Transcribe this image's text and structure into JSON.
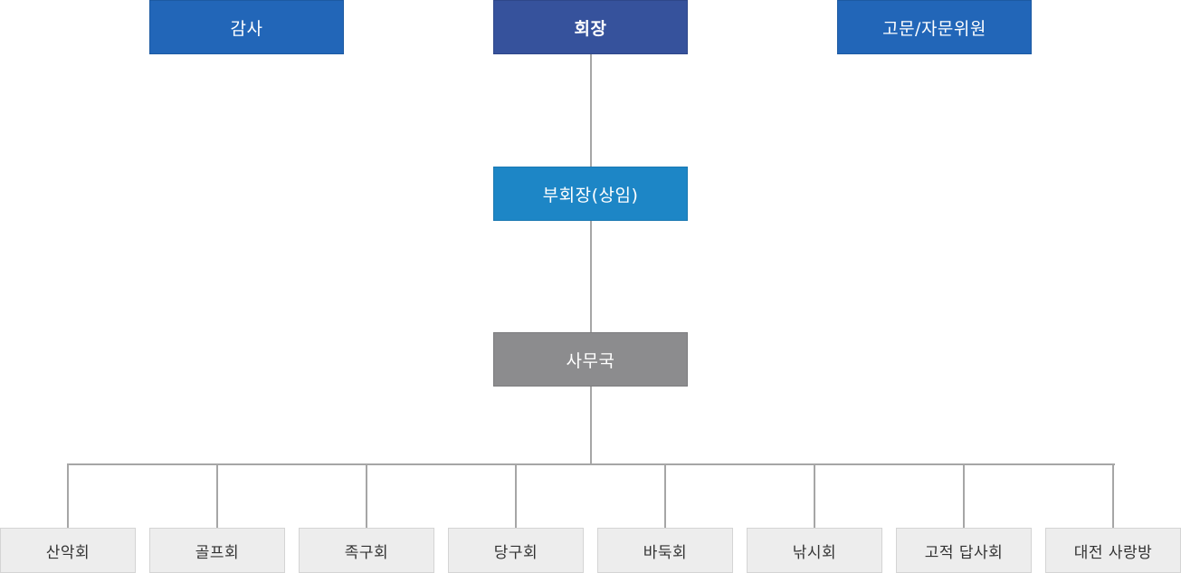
{
  "top": {
    "audit": "감사",
    "chairman": "회장",
    "advisors": "고문/자문위원"
  },
  "vice_chairman": "부회장(상임)",
  "secretariat": "사무국",
  "units": [
    "산악회",
    "골프회",
    "족구회",
    "당구회",
    "바둑회",
    "낚시회",
    "고적 답사회",
    "대전 사랑방"
  ],
  "colors": {
    "blue": "#2266b8",
    "navy": "#36529c",
    "sky": "#1d86c6",
    "gray": "#8c8c8e",
    "unit_bg": "#ededed",
    "line": "#a6a6a6"
  }
}
